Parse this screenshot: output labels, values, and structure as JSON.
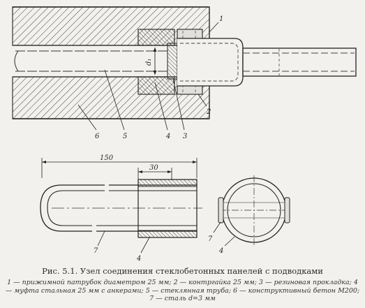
{
  "figure": {
    "caption": "Рис. 5.1. Узел соединения стеклобетонных панелей с подводками",
    "legend": "1 — прижимной патрубок диаметром 25 мм; 2 — контргайка 25 мм; 3 — резиновая прокладка; 4 — муфта стальная 25 мм с анкерами; 5 — стеклянная труба; 6 — конструктивный бетон М200; 7 — сталь d=3 мм",
    "top_view_labels": {
      "n1": "1",
      "n2": "2",
      "n3": "3",
      "n4": "4",
      "n5": "5",
      "n6": "6",
      "d": "d₁"
    },
    "bottom_view_labels": {
      "dim_150": "150",
      "dim_30": "30",
      "n7_left": "7",
      "n4_left": "4",
      "n7_right": "7",
      "n4_right": "4"
    }
  }
}
